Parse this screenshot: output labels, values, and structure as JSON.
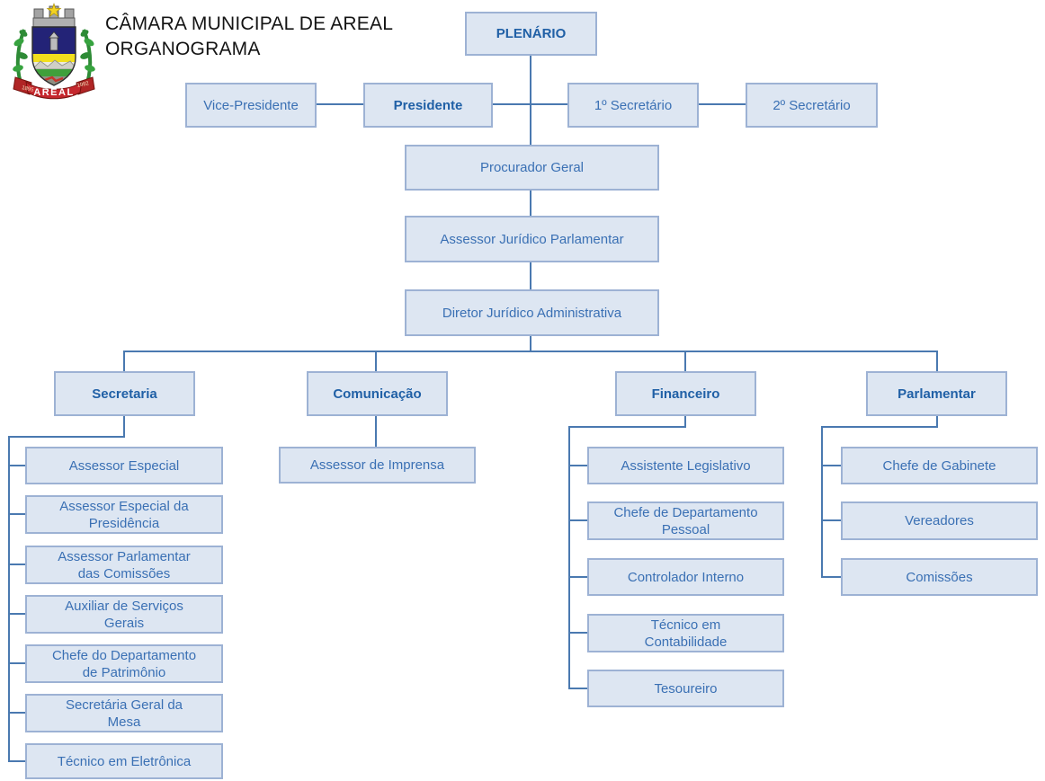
{
  "title": {
    "line1": "CÂMARA MUNICIPAL DE AREAL",
    "line2": "ORGANOGRAMA"
  },
  "logo": {
    "ribbon_text": "AREAL",
    "year_left": "1895",
    "year_right": "1992"
  },
  "colors": {
    "box_fill": "#dde6f2",
    "box_border": "#9db2d4",
    "connector": "#4a79b0",
    "text_regular": "#3a70b4",
    "text_bold": "#2060a6"
  },
  "org": {
    "root": "PLENÁRIO",
    "board": [
      "Vice-Presidente",
      "Presidente",
      "1º Secretário",
      "2º Secretário"
    ],
    "chain": [
      "Procurador Geral",
      "Assessor Jurídico Parlamentar",
      "Diretor Jurídico Administrativa"
    ],
    "branches": [
      {
        "label": "Secretaria",
        "children": [
          "Assessor Especial",
          "Assessor Especial da Presidência",
          "Assessor Parlamentar das Comissões",
          "Auxiliar de Serviços Gerais",
          "Chefe do Departamento de Patrimônio",
          "Secretária Geral da Mesa",
          "Técnico em Eletrônica"
        ]
      },
      {
        "label": "Comunicação",
        "children": [
          "Assessor de Imprensa"
        ]
      },
      {
        "label": "Financeiro",
        "children": [
          "Assistente Legislativo",
          "Chefe de Departamento Pessoal",
          "Controlador Interno",
          "Técnico em Contabilidade",
          "Tesoureiro"
        ]
      },
      {
        "label": "Parlamentar",
        "children": [
          "Chefe de Gabinete",
          "Vereadores",
          "Comissões"
        ]
      }
    ]
  }
}
